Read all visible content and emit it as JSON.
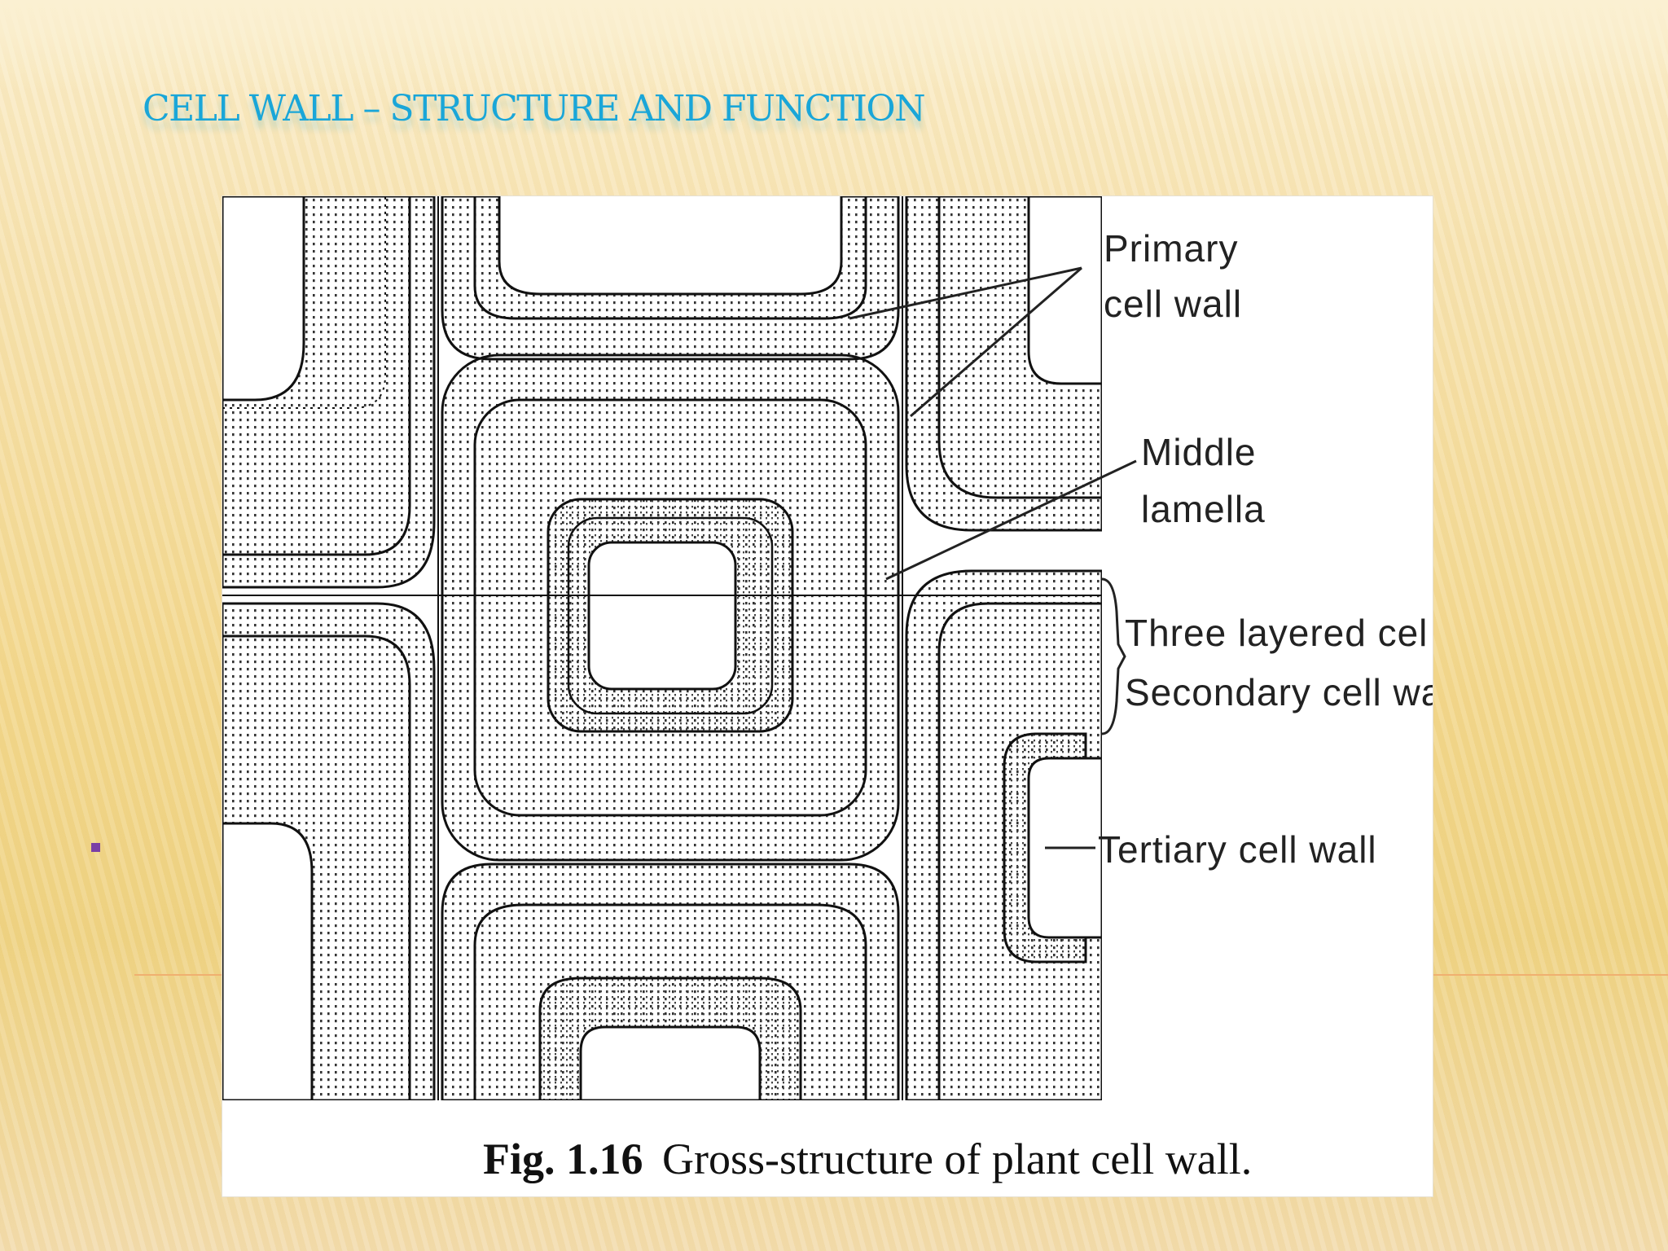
{
  "slide": {
    "title": "Cell wall – Structure and Function"
  },
  "figure": {
    "labels": {
      "primary_line1": "Primary",
      "primary_line2": "cell wall",
      "middle_line1": "Middle",
      "middle_line2": "lamella",
      "three_layered": "Three layered cel",
      "secondary": "Secondary cell wa",
      "tertiary": "Tertiary cell wall"
    },
    "caption": {
      "number": "Fig. 1.16",
      "text": "Gross-structure of plant cell wall."
    }
  },
  "colors": {
    "title": "#1aa6d8",
    "bullet": "#7a3fa6",
    "accent_line": "#f0b070"
  }
}
